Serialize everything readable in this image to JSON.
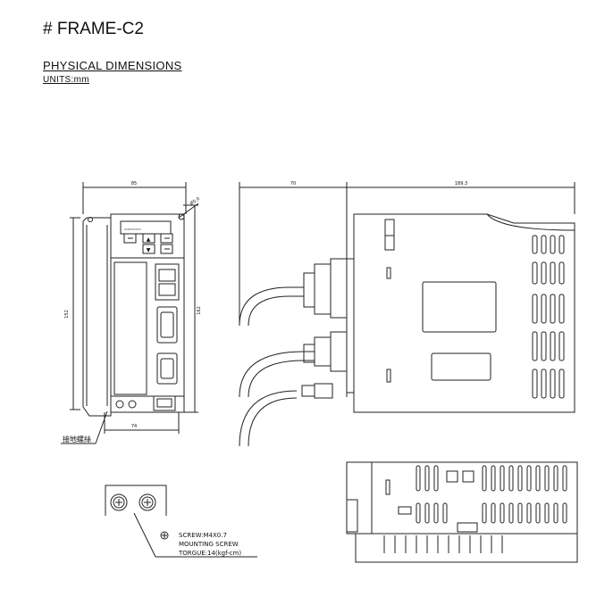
{
  "header": {
    "frame_title": "# FRAME-C2",
    "section_title": "PHYSICAL  DIMENSIONS",
    "units": "UNITS:mm"
  },
  "dimensions": {
    "front_width": "85",
    "front_bottom_width": "74",
    "front_height_outer": "152",
    "front_height_inner": "162",
    "hole_dia": "Ø5.0",
    "side_cable_depth": "70",
    "side_body_depth": "189.3"
  },
  "labels": {
    "ground_screw": "接地螺絲",
    "screw_spec": "SCREW:M4X0.7",
    "mounting_screw": "MOUNTING SCREW",
    "torque": "TORGUE:14(kgf-cm)"
  }
}
